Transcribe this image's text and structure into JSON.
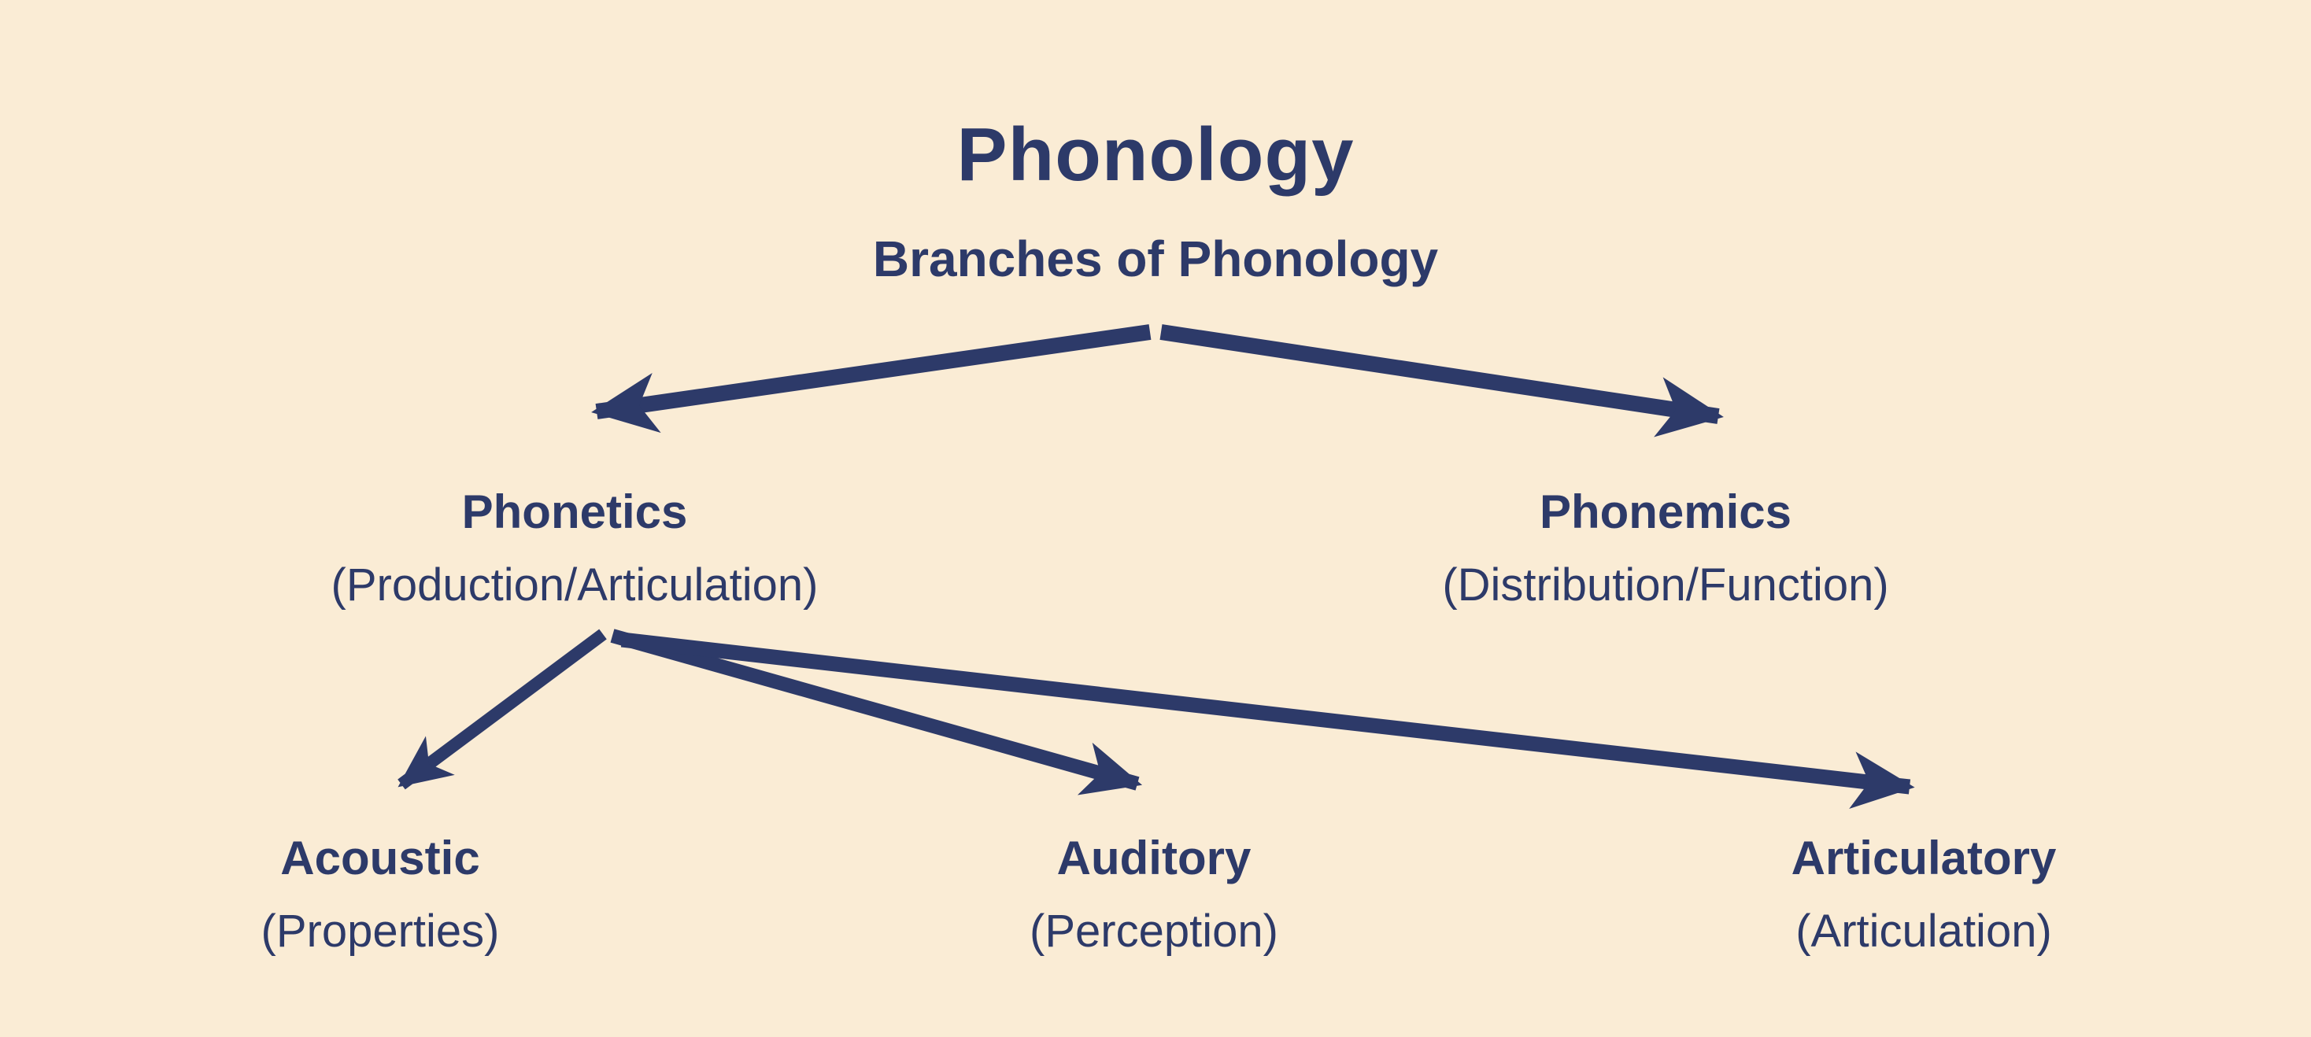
{
  "diagram": {
    "title": "Phonology",
    "subtitle": "Branches of Phonology",
    "nodes": {
      "phonetics": {
        "label": "Phonetics",
        "sublabel": "(Production/Articulation)"
      },
      "phonemics": {
        "label": "Phonemics",
        "sublabel": "(Distribution/Function)"
      },
      "acoustic": {
        "label": "Acoustic",
        "sublabel": "(Properties)"
      },
      "auditory": {
        "label": "Auditory",
        "sublabel": "(Perception)"
      },
      "articulatory": {
        "label": "Articulatory",
        "sublabel": "(Articulation)"
      }
    },
    "edges": [
      {
        "from": "Branches of Phonology",
        "to": "Phonetics"
      },
      {
        "from": "Branches of Phonology",
        "to": "Phonemics"
      },
      {
        "from": "Phonetics",
        "to": "Acoustic"
      },
      {
        "from": "Phonetics",
        "to": "Auditory"
      },
      {
        "from": "Phonetics",
        "to": "Articulatory"
      }
    ],
    "colors": {
      "background": "#FAECD5",
      "ink": "#2D3A69"
    }
  }
}
